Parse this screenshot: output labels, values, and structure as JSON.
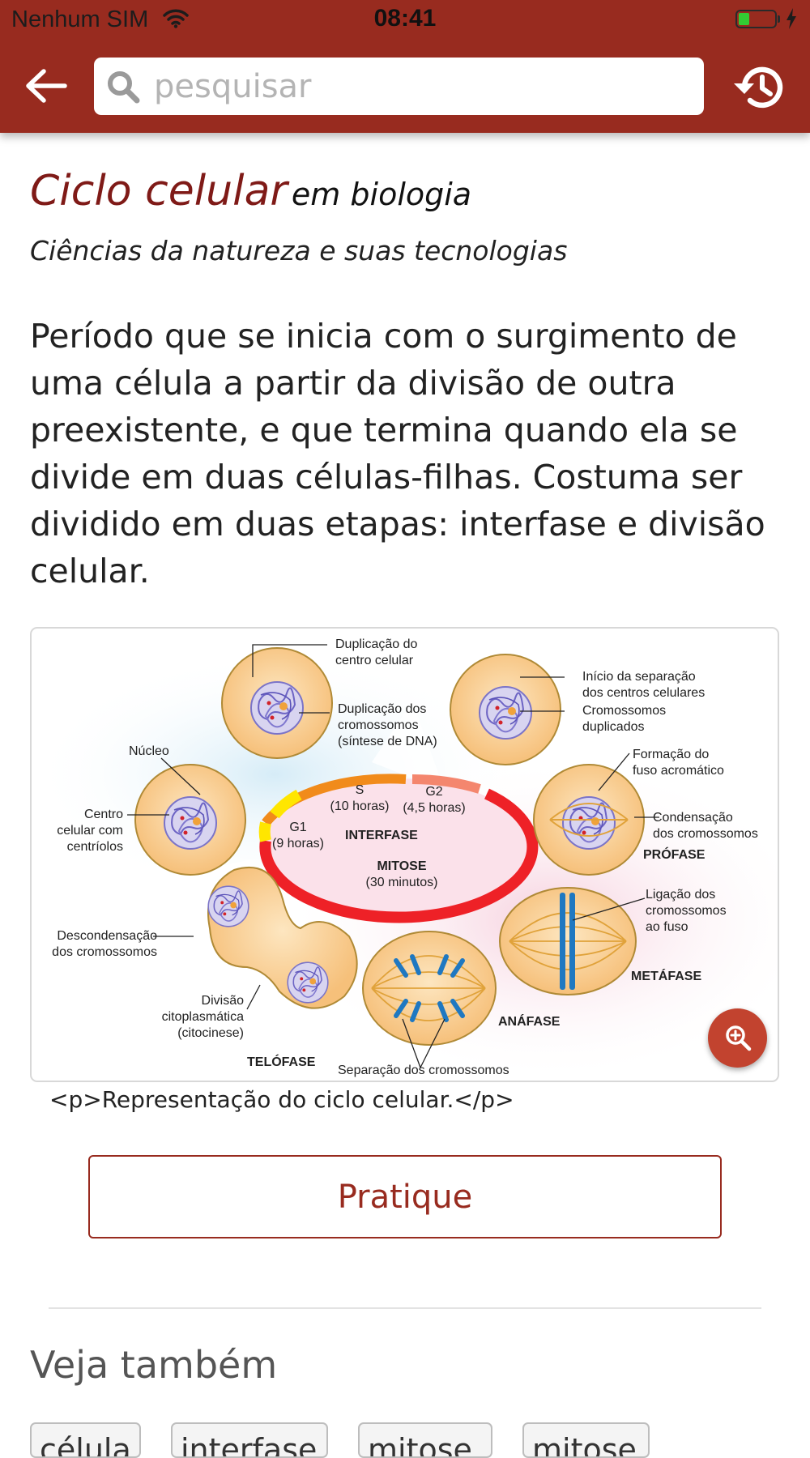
{
  "status_bar": {
    "carrier": "Nenhum SIM",
    "time": "08:41",
    "battery_level": 0.3
  },
  "header": {
    "back_icon": "arrow-left-icon",
    "search": {
      "placeholder": "pesquisar",
      "value": ""
    },
    "history_icon": "history-icon"
  },
  "entry": {
    "term": "Ciclo celular",
    "domain": "em biologia",
    "area": "Ciências da natureza e suas tecnologias",
    "definition": "Período que se inicia com o surgimento de uma célula a partir da divisão de outra preexistente, e que termina quando ela se divide em duas células-filhas. Costuma ser dividido em duas etapas: interfase e divisão celular."
  },
  "figure": {
    "caption": "<p>Representação do ciclo celular.</p>",
    "zoom_icon": "zoom-in-icon",
    "labels": {
      "dup_centro_1": "Duplicação do",
      "dup_centro_2": "centro celular",
      "dup_crom_1": "Duplicação dos",
      "dup_crom_2": "cromossomos",
      "dup_crom_3": "(síntese de DNA)",
      "inicio_1": "Início da separação",
      "inicio_2": "dos centros celulares",
      "crom_dup_1": "Cromossomos",
      "crom_dup_2": "duplicados",
      "nucleo": "Núcleo",
      "centro_1": "Centro",
      "centro_2": "celular com",
      "centro_3": "centríolos",
      "formacao_1": "Formação do",
      "formacao_2": "fuso acromático",
      "condens_1": "Condensação",
      "condens_2": "dos cromossomos",
      "profase": "PRÓFASE",
      "s_1": "S",
      "s_2": "(10 horas)",
      "g2_1": "G2",
      "g2_2": "(4,5 horas)",
      "g1_1": "G1",
      "g1_2": "(9 horas)",
      "interfase": "INTERFASE",
      "mitose_1": "MITOSE",
      "mitose_2": "(30 minutos)",
      "descond_1": "Descondensação",
      "descond_2": "dos cromossomos",
      "ligacao_1": "Ligação dos",
      "ligacao_2": "cromossomos",
      "ligacao_3": "ao fuso",
      "metafase": "METÁFASE",
      "divisao_1": "Divisão",
      "divisao_2": "citoplasmática",
      "divisao_3": "(citocinese)",
      "anafase": "ANÁFASE",
      "telofase": "TELÓFASE",
      "separacao": "Separação dos cromossomos"
    }
  },
  "actions": {
    "practice_label": "Pratique"
  },
  "see_also": {
    "title": "Veja também",
    "chips": [
      "célula",
      "interfase",
      "mitose",
      "mitose"
    ]
  },
  "colors": {
    "brand": "#982b1f",
    "term": "#7f1a17",
    "zoom_button": "#c2432f"
  }
}
